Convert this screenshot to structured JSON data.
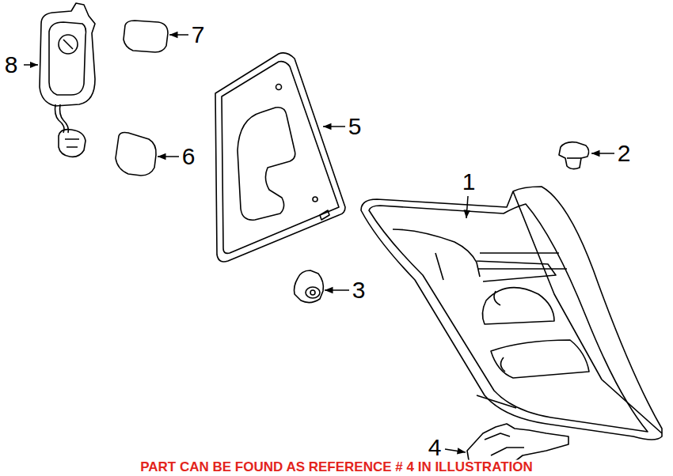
{
  "diagram": {
    "labels": [
      "8",
      "7",
      "5",
      "2",
      "6",
      "1",
      "3",
      "4",
      "PART CAN BE FOUND AS REFERENCE # 4 IN ILLUSTRATION"
    ]
  }
}
